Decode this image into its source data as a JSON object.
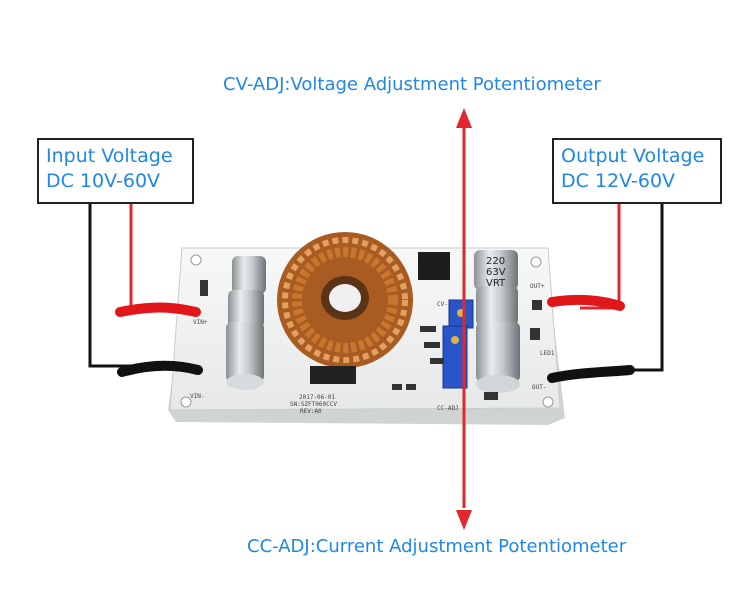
{
  "captions": {
    "cv_adj": "CV-ADJ:Voltage Adjustment Potentiometer",
    "cc_adj": "CC-ADJ:Current Adjustment Potentiometer"
  },
  "input_box": {
    "line1": "Input Voltage",
    "line2": "DC 10V-60V"
  },
  "output_box": {
    "line1": "Output Voltage",
    "line2": "DC 12V-60V"
  },
  "board": {
    "silkscreen": {
      "date": "2017-06-01",
      "serial": "SN:SZFT060CCV",
      "rev": "REV:A0",
      "vin_plus": "VIN+",
      "vin_minus": "VIN-",
      "out_plus": "OUT+",
      "out_minus": "OUT-",
      "cv": "CV-",
      "cc_adj": "CC-ADJ",
      "led": "LED1"
    },
    "capacitor_text": [
      "220",
      "63V",
      "VRT"
    ]
  },
  "colors": {
    "caption_blue": "#1f87e8",
    "arrow_red": "#e3262b",
    "board_white": "#f4f6f5",
    "coil_copper": "#c9772e",
    "pot_blue": "#2a55c9"
  }
}
